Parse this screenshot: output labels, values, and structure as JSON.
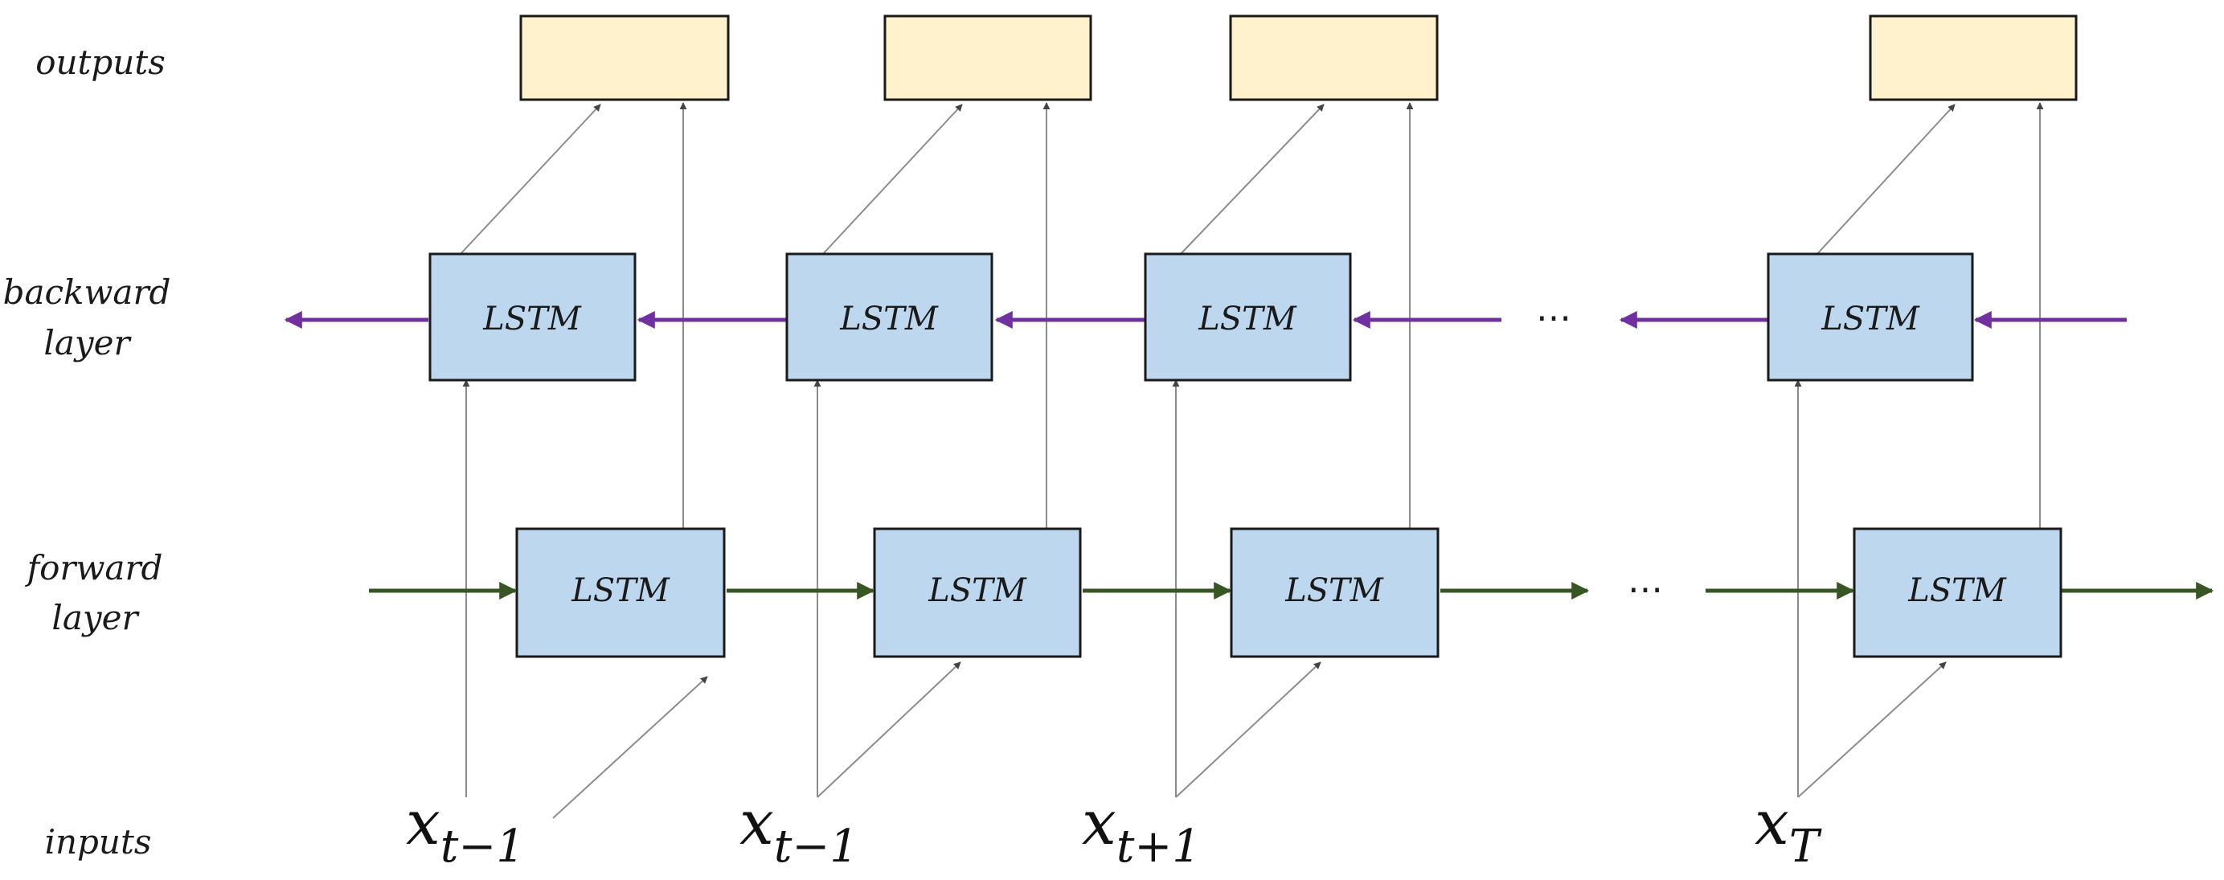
{
  "labels": {
    "outputs": "outputs",
    "backward_1": "backward",
    "backward_2": "layer",
    "forward_1": "forward",
    "forward_2": "layer",
    "inputs": "inputs"
  },
  "cell_label": "LSTM",
  "ellipsis": "⋯",
  "inputs": [
    {
      "main": "x",
      "sub": "t−1"
    },
    {
      "main": "x",
      "sub": "t−1"
    },
    {
      "main": "x",
      "sub": "t+1"
    },
    {
      "main": "x",
      "sub": "T"
    }
  ],
  "colors": {
    "lstm_fill": "#bdd7ee",
    "output_fill": "#fff2cc",
    "forward_arrow": "#375623",
    "backward_arrow": "#7030a0",
    "connection": "#8c8c8c"
  }
}
